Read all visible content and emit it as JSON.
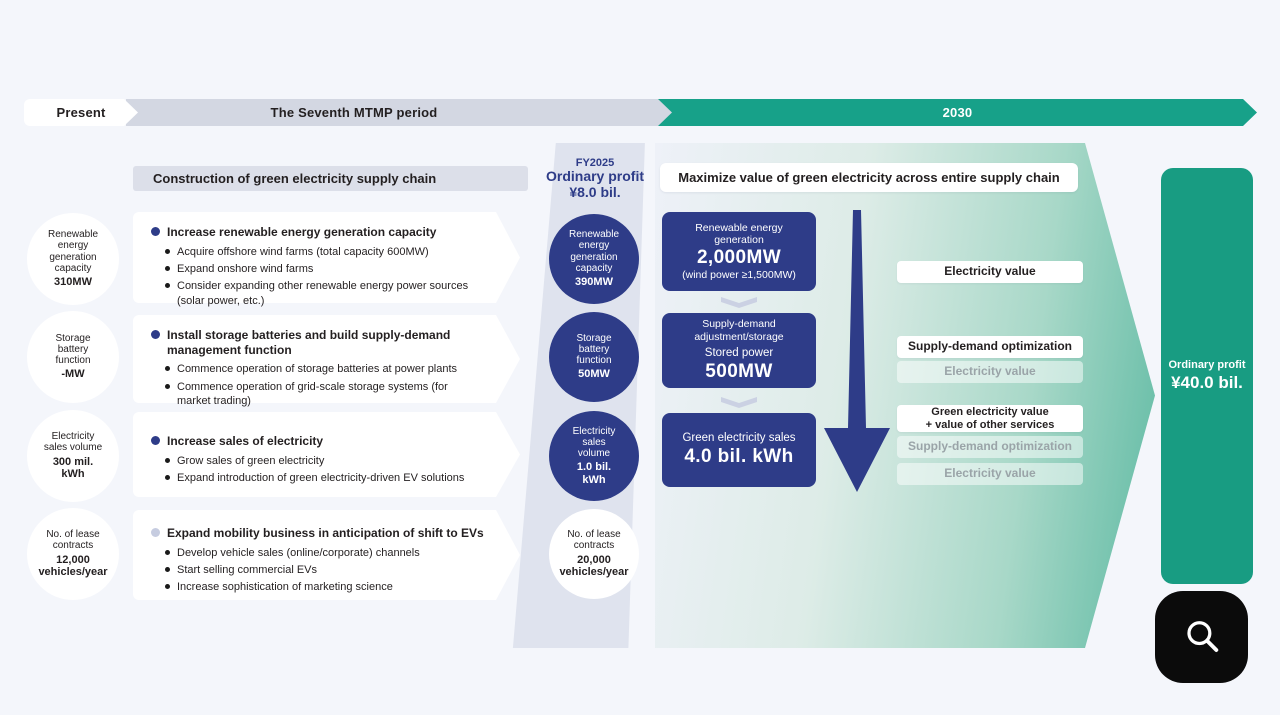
{
  "banner": {
    "present_label": "Present",
    "mtmp_label": "The Seventh MTMP period",
    "year_label": "2030"
  },
  "left_metrics": [
    {
      "label": "Renewable energy generation capacity",
      "value": "310MW"
    },
    {
      "label": "Storage battery function",
      "value": "-MW"
    },
    {
      "label": "Electricity sales volume",
      "value": "300 mil. kWh"
    },
    {
      "label": "No. of lease contracts",
      "value": "12,000 vehicles/year"
    }
  ],
  "left_section": {
    "header": "Construction of green electricity supply chain",
    "boxes": [
      {
        "title": "Increase renewable energy generation capacity",
        "bullets": [
          "Acquire offshore wind farms (total capacity 600MW)",
          "Expand onshore wind farms",
          "Consider expanding other renewable energy power sources (solar power, etc.)"
        ]
      },
      {
        "title": "Install storage batteries and build supply-demand management function",
        "bullets": [
          "Commence operation of storage batteries at power plants",
          "Commence operation of grid-scale storage systems (for market trading)"
        ]
      },
      {
        "title": "Increase sales of electricity",
        "bullets": [
          "Grow sales of green electricity",
          "Expand introduction of green electricity-driven EV solutions"
        ]
      },
      {
        "title": "Expand mobility business in anticipation of shift to EVs",
        "bullets": [
          "Develop vehicle sales (online/corporate) channels",
          "Start selling commercial EVs",
          "Increase sophistication of marketing science"
        ]
      }
    ]
  },
  "fy2025": {
    "year": "FY2025",
    "profit_label": "Ordinary profit",
    "profit_value": "¥8.0 bil."
  },
  "mid_metrics": [
    {
      "label": "Renewable energy generation capacity",
      "value": "390MW"
    },
    {
      "label": "Storage battery function",
      "value": "50MW"
    },
    {
      "label": "Electricity sales volume",
      "value": "1.0 bil. kWh"
    },
    {
      "label": "No. of lease contracts",
      "value": "20,000 vehicles/year"
    }
  ],
  "right_section": {
    "header": "Maximize value of green electricity across entire supply chain",
    "chain": [
      {
        "line1": "Renewable energy generation",
        "value": "2,000MW",
        "note": "(wind power ≥1,500MW)"
      },
      {
        "line1": "Supply-demand adjustment/storage",
        "line2": "Stored power",
        "value": "500MW"
      },
      {
        "line1": "Green electricity sales",
        "value": "4.0 bil. kWh"
      }
    ],
    "value_labels": [
      {
        "text": "Electricity value"
      },
      {
        "text": "Supply-demand optimization"
      },
      {
        "text": "Electricity value"
      },
      {
        "line1": "Green electricity value",
        "line2": "+ value of other services"
      },
      {
        "text": "Supply-demand optimization"
      },
      {
        "text": "Electricity value"
      }
    ]
  },
  "result": {
    "label": "Ordinary profit",
    "value": "¥40.0 bil."
  },
  "icons": {
    "zoom_button": "magnifier-icon"
  },
  "colors": {
    "navy": "#2e3c88",
    "teal": "#17a189",
    "result_teal": "#189c82",
    "banner_gray": "#d3d7e2",
    "band_gray": "#dfe3ee",
    "background": "#f4f6fb",
    "button_black": "#0b0b0b",
    "muted_text": "#9aa4a8"
  }
}
